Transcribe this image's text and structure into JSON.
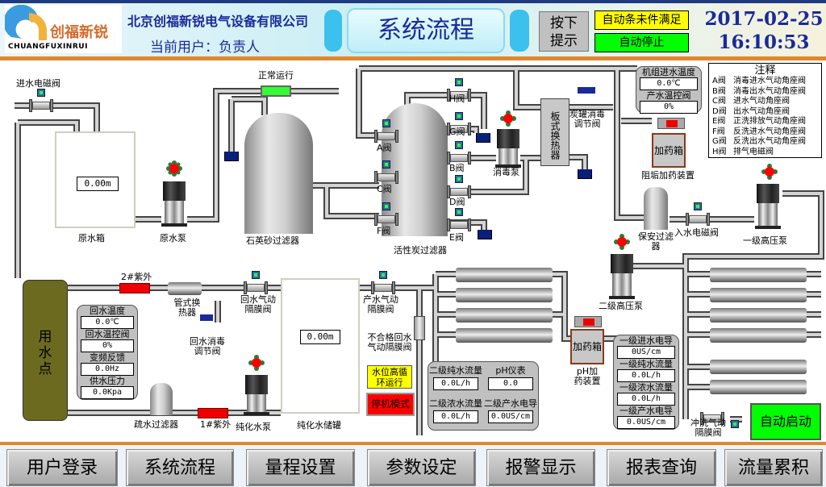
{
  "header": {
    "logo_cn": "创福新锐",
    "logo_en": "CHUANGFUXINRUI",
    "company": "北京创福新锐电气设备有限公司",
    "current_user_label": "当前用户：",
    "current_user": "负责人",
    "title": "系统流程",
    "hint_button": "按下提示",
    "auto_condition": "自动条未件满足",
    "auto_status": "自动停止",
    "date": "2017-02-25",
    "time": "16:10:53"
  },
  "colors": {
    "accent_orange": "#e0882e",
    "status_yellow": "#ffff00",
    "status_green": "#00ff00",
    "alarm_red": "#ff0000",
    "title_blue": "#1a2a9a"
  },
  "process": {
    "inlet_solenoid": "进水电磁阀",
    "raw_tank": {
      "label": "原水箱",
      "level": "0.00m"
    },
    "raw_pump": "原水泵",
    "sand_filter": {
      "label": "石英砂过滤器",
      "status": "正常运行"
    },
    "carbon_filter": "活性炭过滤器",
    "valves": {
      "A": "A阀",
      "B": "B阀",
      "C": "C阀",
      "D": "D阀",
      "E": "E阀",
      "F": "F阀",
      "G": "G阀",
      "H": "H阀"
    },
    "disinfect_pump": "消毒泵",
    "plate_hx": "板式换热器",
    "carbon_disinfect_valve": "炭罐消毒调节阀",
    "unit_panel": {
      "inlet_temp_label": "机组进水温度",
      "inlet_temp": "0.0℃",
      "temp_valve_label": "产水温控阀",
      "temp_valve": "0%"
    },
    "antiscale": {
      "box": "加药箱",
      "label": "阻垢加药装置"
    },
    "security_filter": "保安过滤器",
    "inlet_water_solenoid": "入水电磁阀",
    "hp_pump_1": "一级高压泵",
    "hp_pump_2": "二级高压泵",
    "ph_dosing": {
      "box": "加药箱",
      "label": "pH加药装置"
    },
    "use_point": "用水点",
    "uv2": "2#紫外",
    "uv1": "1#紫外",
    "tube_hx": "管式换热器",
    "return_disinfect_valve": "回水消毒调节阀",
    "return_diaphragm": "回水气动隔膜阀",
    "product_diaphragm": "产水气动隔膜阀",
    "reject_diaphragm": "不合格回水气动隔膜阀",
    "flush_diaphragm": "冲洗气动隔膜阀",
    "drain_filter": "疏水过滤器",
    "pure_pump": "纯化水泵",
    "pure_tank": {
      "label": "纯化水储罐",
      "level": "0.00m"
    },
    "high_level_loop": "水位高循环运行",
    "stop_mode": "停机模式",
    "auto_start": "自动启动"
  },
  "return_panel": [
    {
      "label": "回水温度",
      "value": "0.0℃"
    },
    {
      "label": "回水温控阀",
      "value": "0%"
    },
    {
      "label": "变频反馈",
      "value": "0.0Hz"
    },
    {
      "label": "供水压力",
      "value": "0.0Kpa"
    }
  ],
  "stage2_panel": [
    {
      "label": "二级纯水流量",
      "value": "0.0L/h"
    },
    {
      "label": "pH仪表",
      "value": "0.0"
    },
    {
      "label": "二级浓水流量",
      "value": "0.0L/h"
    },
    {
      "label": "二级产水电导",
      "value": "0.0US/cm"
    }
  ],
  "stage1_panel": [
    {
      "label": "一级进水电导",
      "value": "0US/cm"
    },
    {
      "label": "一级纯水流量",
      "value": "0.0L/h"
    },
    {
      "label": "一级浓水流量",
      "value": "0.0L/h"
    },
    {
      "label": "一级产水电导",
      "value": "0.0US/cm"
    }
  ],
  "legend": {
    "title": "注释",
    "items": [
      {
        "key": "A阀",
        "desc": "消毒进水气动角座阀"
      },
      {
        "key": "B阀",
        "desc": "消毒出水气动角座阀"
      },
      {
        "key": "C阀",
        "desc": "进水气动角座阀"
      },
      {
        "key": "D阀",
        "desc": "出水气动角座阀"
      },
      {
        "key": "E阀",
        "desc": "正洗排放气动角座阀"
      },
      {
        "key": "F阀",
        "desc": "反洗进水气动角座阀"
      },
      {
        "key": "G阀",
        "desc": "反洗出水气动角座阀"
      },
      {
        "key": "H阀",
        "desc": "排气电磁阀"
      }
    ]
  },
  "nav": [
    "用户登录",
    "系统流程",
    "量程设置",
    "参数设定",
    "报警显示",
    "报表查询",
    "流量累积"
  ]
}
